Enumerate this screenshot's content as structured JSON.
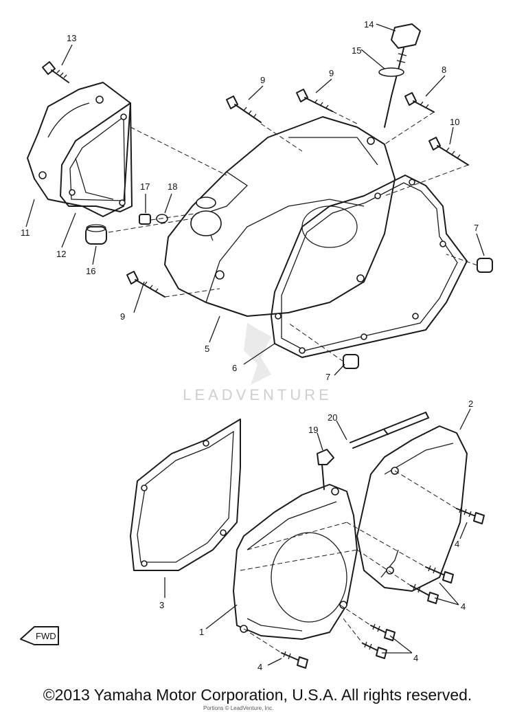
{
  "watermark": "LEADVENTURE",
  "copyright": "©2013 Yamaha Motor Corporation, U.S.A. All rights reserved.",
  "sub_copyright": "Portions © LeadVenture, Inc.",
  "fwd_label": "FWD",
  "callouts": {
    "c1": "1",
    "c2": "2",
    "c3": "3",
    "c4a": "4",
    "c4b": "4",
    "c4c": "4",
    "c4d": "4",
    "c5": "5",
    "c6": "6",
    "c7a": "7",
    "c7b": "7",
    "c8": "8",
    "c9a": "9",
    "c9b": "9",
    "c9c": "9",
    "c10": "10",
    "c11": "11",
    "c12": "12",
    "c13": "13",
    "c14": "14",
    "c15": "15",
    "c16": "16",
    "c17": "17",
    "c18": "18",
    "c19": "19",
    "c20": "20"
  }
}
